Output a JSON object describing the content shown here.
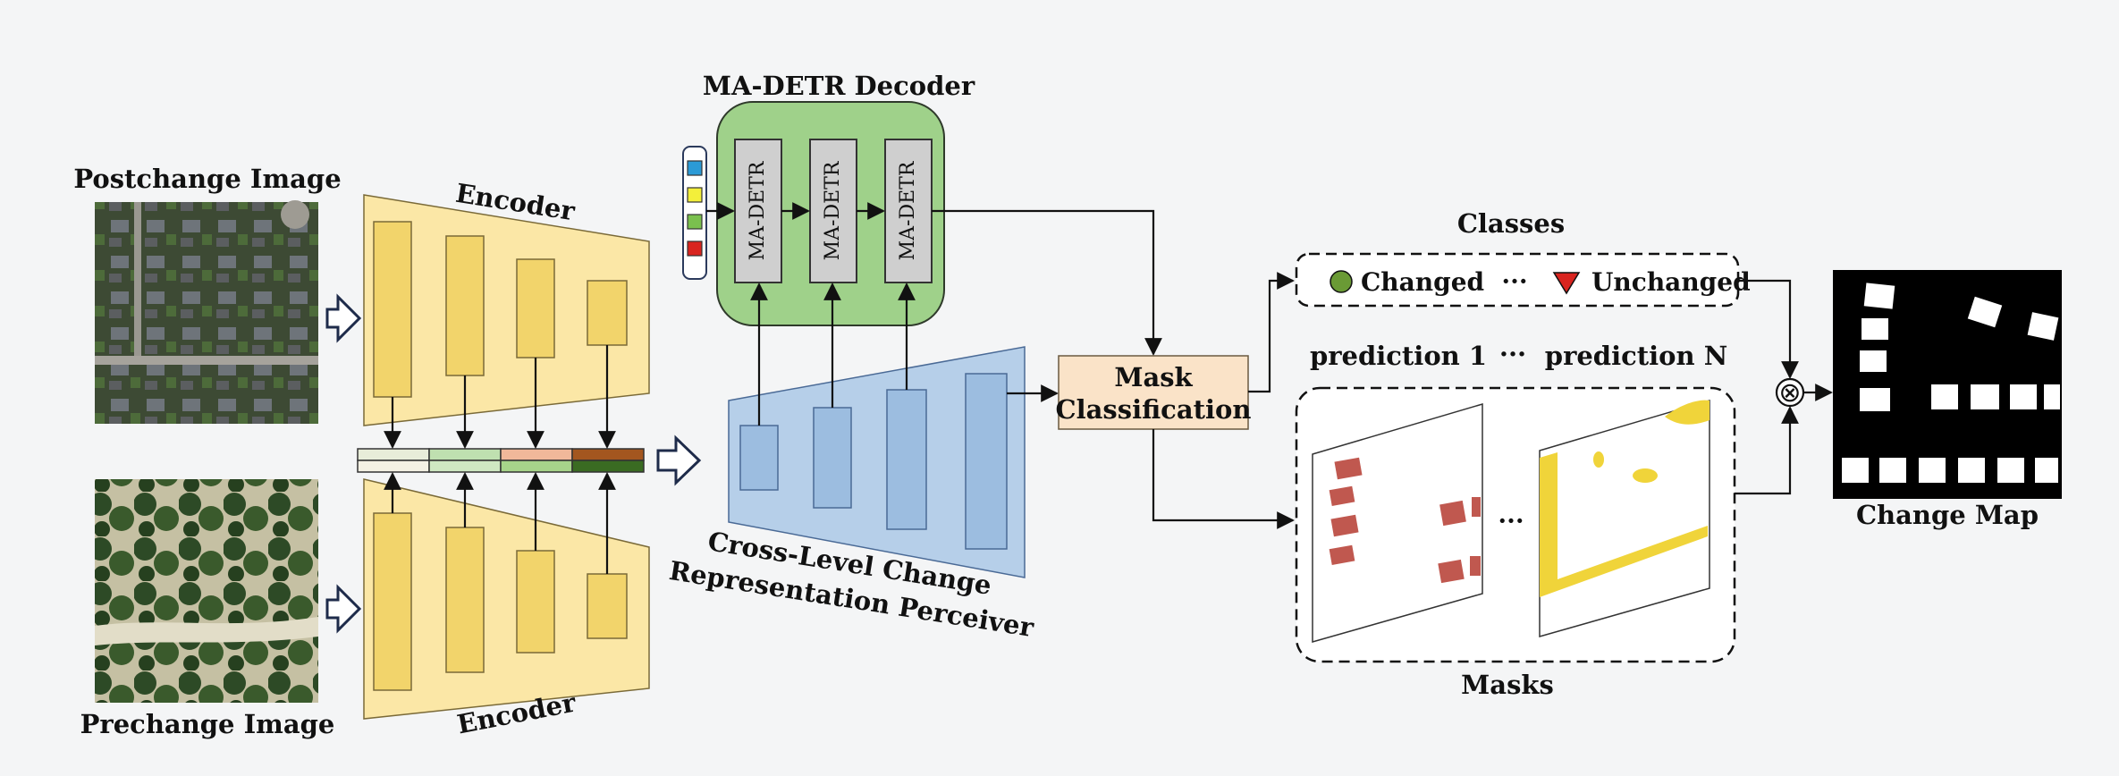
{
  "inputs": {
    "postchange_label": "Postchange Image",
    "prechange_label": "Prechange Image"
  },
  "encoder": {
    "top_label": "Encoder",
    "bottom_label": "Encoder"
  },
  "decoder": {
    "title": "MA-DETR Decoder",
    "blocks": [
      "MA-DETR",
      "MA-DETR",
      "MA-DETR"
    ],
    "query_colors": [
      "#2b9ad6",
      "#f3ef3a",
      "#7ac04e",
      "#d9241f"
    ]
  },
  "perceiver": {
    "label_line1": "Cross-Level Change",
    "label_line2": "Representation Perceiver"
  },
  "mask_classification": {
    "line1": "Mask",
    "line2": "Classification"
  },
  "classes": {
    "title": "Classes",
    "changed": "Changed",
    "dots": "···",
    "unchanged": "Unchanged",
    "changed_color": "#6a9a35",
    "unchanged_color": "#d9241f"
  },
  "predictions": {
    "first": "prediction 1",
    "dots": "···",
    "last": "prediction N"
  },
  "masks": {
    "title": "Masks",
    "dots": "···"
  },
  "multiply_symbol": "⊗",
  "output": {
    "label": "Change Map"
  },
  "fused_feature_colors": [
    "#e8edd9",
    "#bfe0b0",
    "#f0b89a",
    "#a3561f",
    "#f4f1e4",
    "#cfe8c2",
    "#a7d48a",
    "#3a6b22"
  ],
  "colors": {
    "encoder_fill": "#fbe7a6",
    "encoder_block": "#f2d46b",
    "decoder_fill": "#9fd18a",
    "perceiver_fill": "#b6cfe9",
    "perceiver_block": "#9cbde0",
    "mask_cls_fill": "#fae3c8",
    "mask_red": "#c0584f",
    "mask_yellow": "#f0d43a"
  }
}
